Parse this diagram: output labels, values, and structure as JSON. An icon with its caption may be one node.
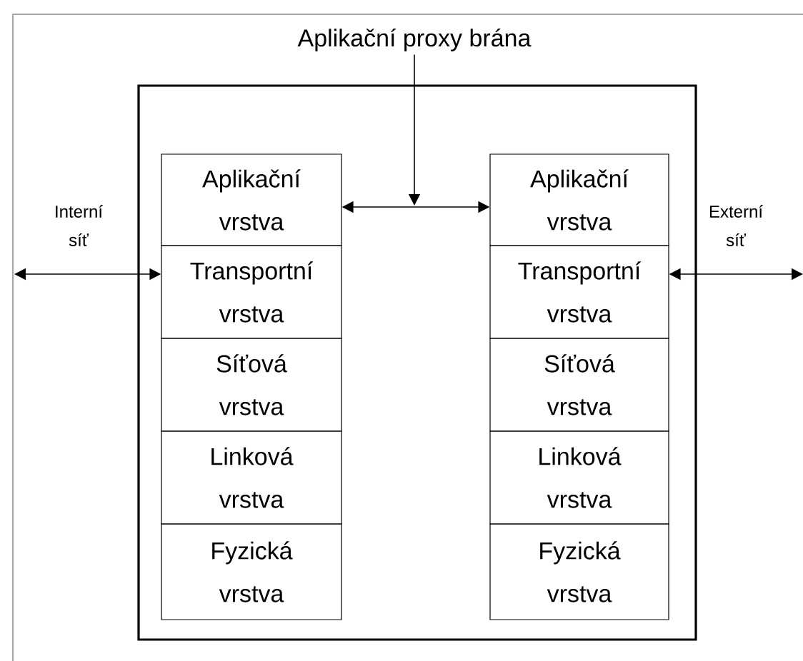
{
  "diagram": {
    "nodes": [
      {
        "text": [
          "Aplikační proxy brána"
        ]
      },
      {
        "text": [],
        "shape": "box"
      },
      {
        "text": [
          "Aplikační vrstva"
        ],
        "in": 1
      },
      {
        "text": [
          "Transportní vrstva"
        ],
        "in": 1
      },
      {
        "text": [
          "Síťová vrstva"
        ],
        "in": 1
      },
      {
        "text": [
          "Linková vrstva"
        ],
        "in": 1
      },
      {
        "text": [
          "Fyzická vrstva"
        ],
        "in": 1
      },
      {
        "text": [
          "Aplikační vrstva"
        ],
        "in": 1
      },
      {
        "text": [
          "Transportní vrstva"
        ],
        "in": 1
      },
      {
        "text": [
          "Síťová vrstva"
        ],
        "in": 1
      },
      {
        "text": [
          "Linková vrstva"
        ],
        "in": 1
      },
      {
        "text": [
          "Fyzická vrstva"
        ],
        "in": 1
      }
    ],
    "edges": [
      {
        "from": 2,
        "to": 7,
        "arrow": "both"
      },
      {
        "from": 0,
        "to": null,
        "arrow": "to"
      },
      {
        "from": null,
        "to": 3,
        "arrow": "both",
        "label": "Interní síť"
      },
      {
        "from": 8,
        "to": null,
        "arrow": "both",
        "label": "Externí síť"
      }
    ]
  }
}
